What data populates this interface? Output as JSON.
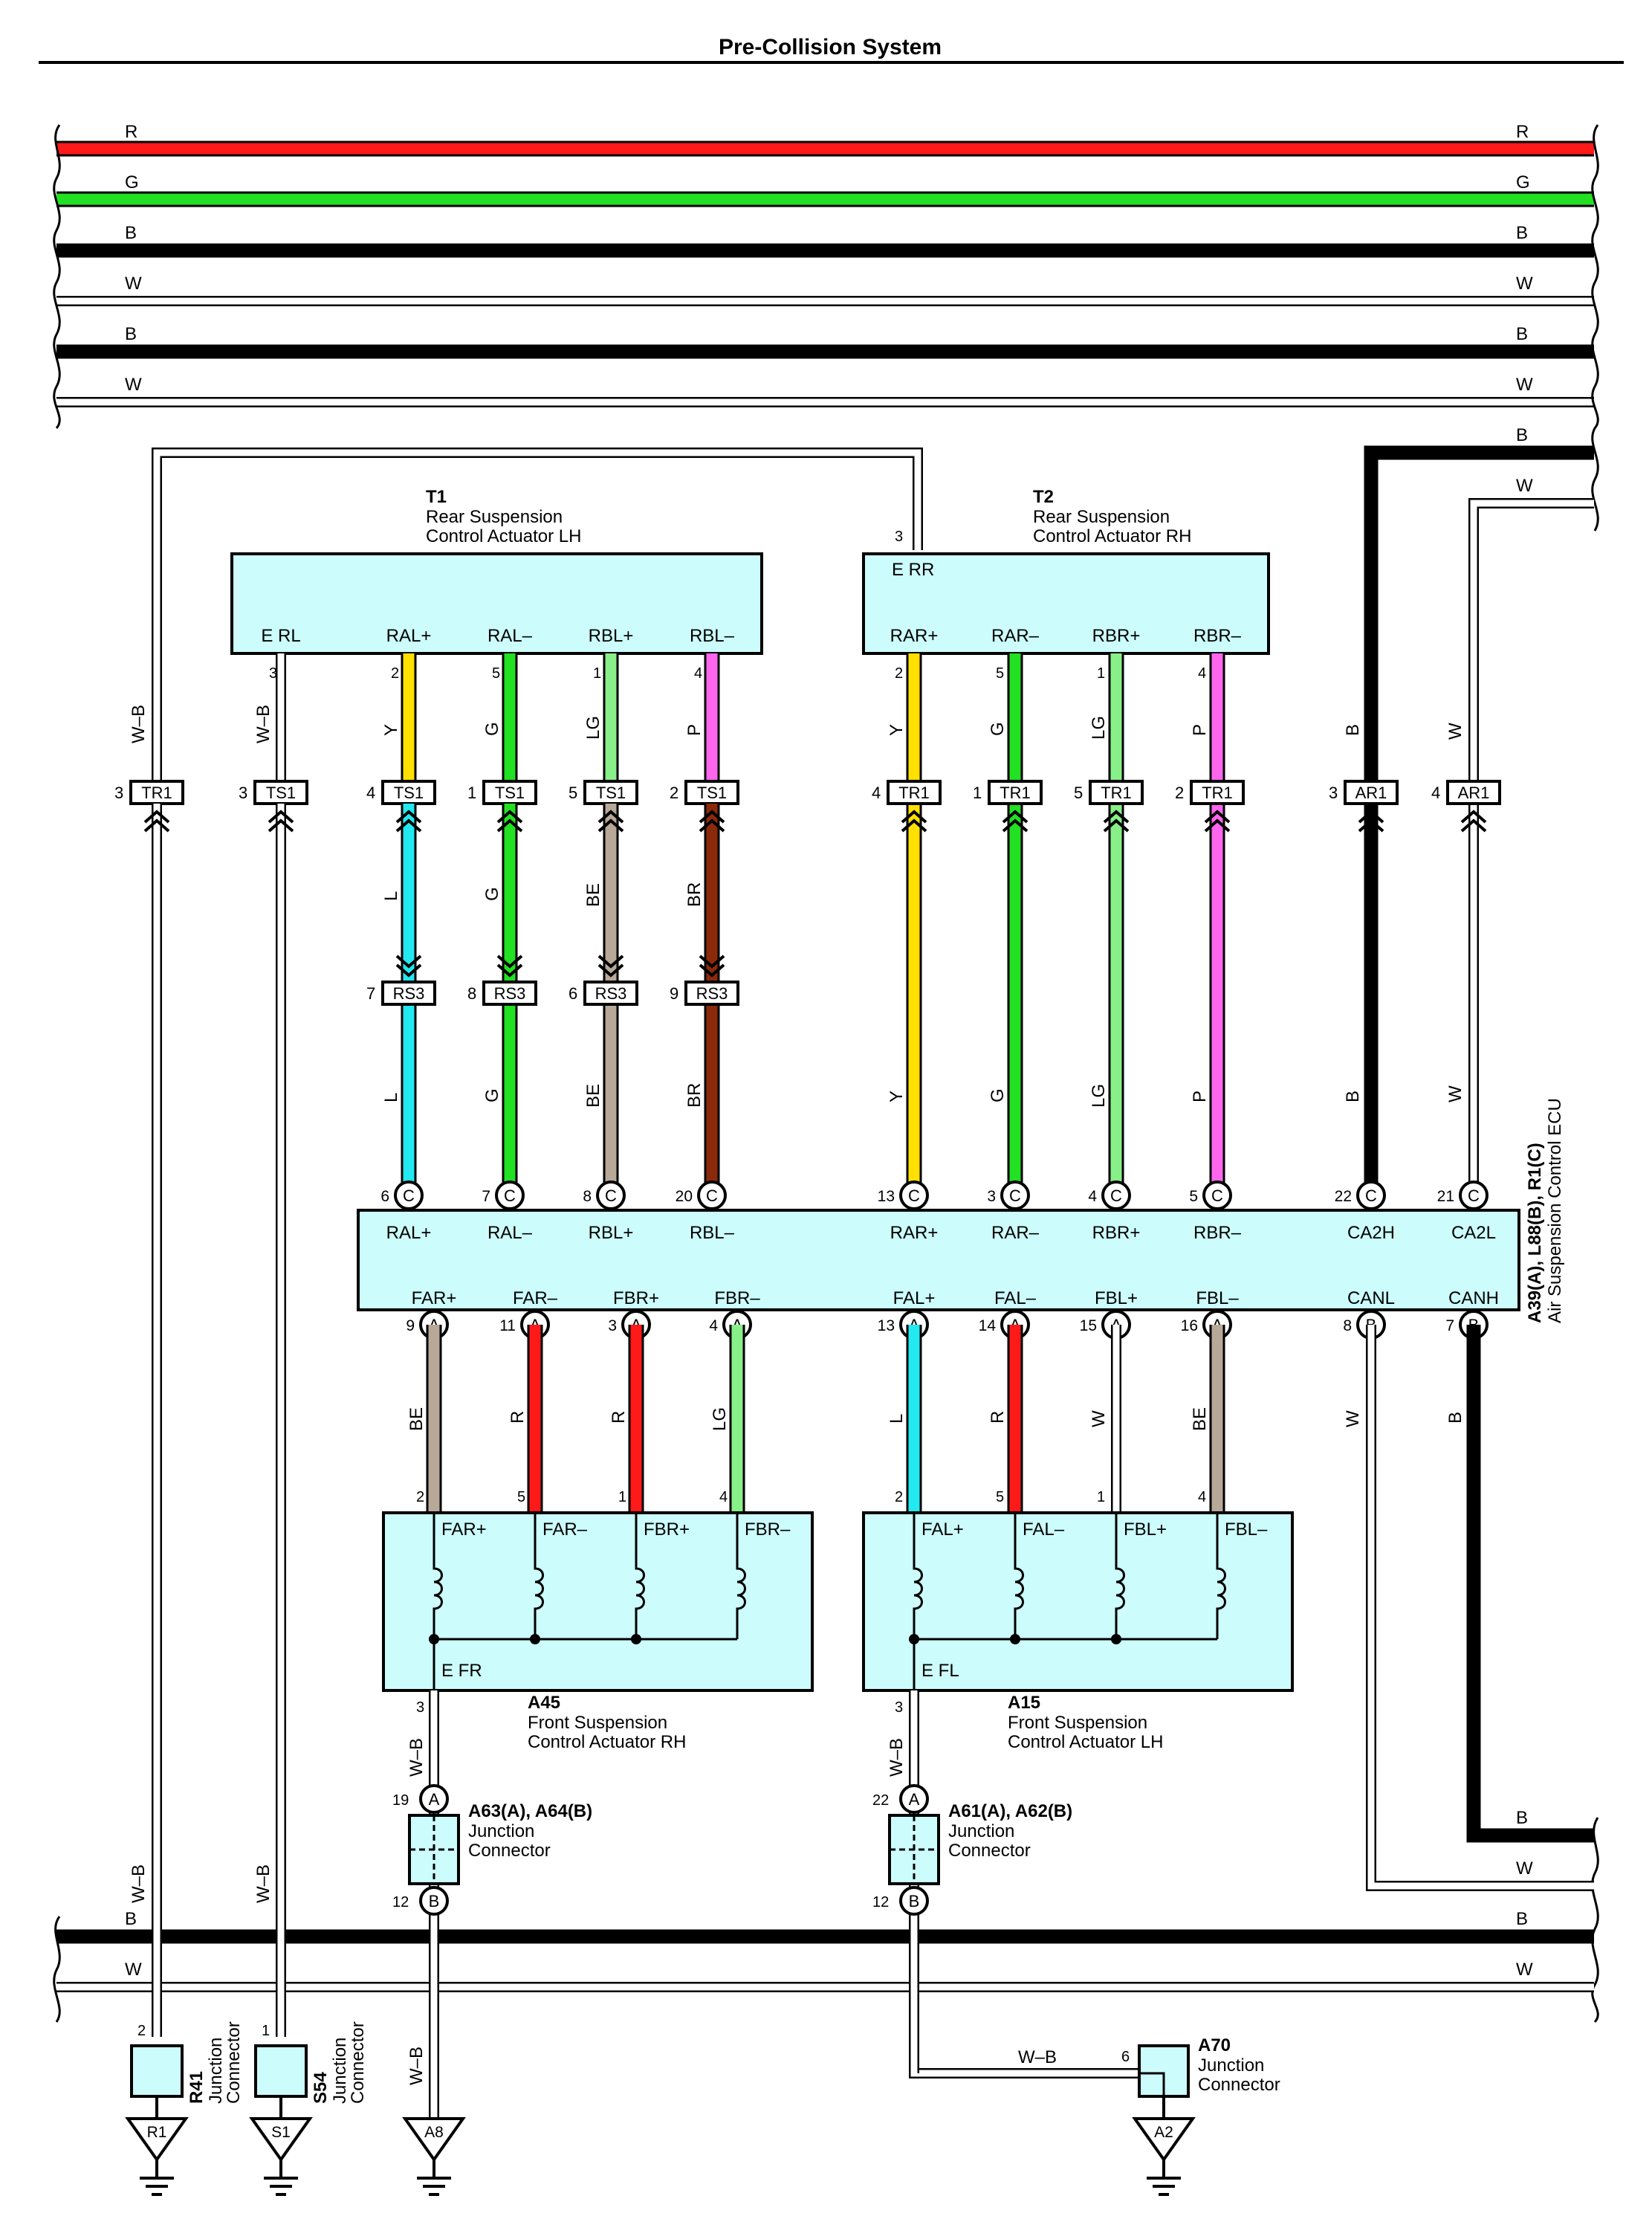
{
  "title": "Pre-Collision System",
  "colors": {
    "R": "#ff1a1a",
    "G": "#22e022",
    "B": "#000000",
    "W": "#ffffff",
    "Y": "#ffe000",
    "LG": "#88f088",
    "P": "#ff66ee",
    "L": "#22e8f0",
    "BE": "#b8a898",
    "BR": "#8b2a0a",
    "box": "#ccfcfc"
  },
  "buses": [
    {
      "label": "R"
    },
    {
      "label": "G"
    },
    {
      "label": "B"
    },
    {
      "label": "W"
    },
    {
      "label": "B"
    },
    {
      "label": "W"
    }
  ],
  "right_bus_labels": [
    "B",
    "W",
    "B",
    "W",
    "B",
    "W",
    "B",
    "W"
  ],
  "bottom_buses": [
    {
      "label": "B"
    },
    {
      "label": "W"
    }
  ],
  "components": {
    "t1": {
      "id": "T1",
      "name1": "Rear Suspension",
      "name2": "Control Actuator LH",
      "terms": [
        "E RL",
        "RAL+",
        "RAL–",
        "RBL+",
        "RBL–"
      ],
      "pins": [
        "3",
        "2",
        "5",
        "1",
        "4"
      ]
    },
    "t2": {
      "id": "T2",
      "name1": "Rear Suspension",
      "name2": "Control Actuator RH",
      "top_term": "E RR",
      "top_pin": "3",
      "terms": [
        "RAR+",
        "RAR–",
        "RBR+",
        "RBR–"
      ],
      "pins": [
        "2",
        "5",
        "1",
        "4"
      ]
    },
    "ecu": {
      "id": "A39(A), L88(B), R1(C)",
      "name": "Air Suspension Control ECU",
      "top_terms": [
        "RAL+",
        "RAL–",
        "RBL+",
        "RBL–",
        "RAR+",
        "RAR–",
        "RBR+",
        "RBR–",
        "CA2H",
        "CA2L"
      ],
      "top_pins": [
        "6",
        "7",
        "8",
        "20",
        "13",
        "3",
        "4",
        "5",
        "22",
        "21"
      ],
      "top_conn": [
        "C",
        "C",
        "C",
        "C",
        "C",
        "C",
        "C",
        "C",
        "C",
        "C"
      ],
      "bot_terms": [
        "FAR+",
        "FAR–",
        "FBR+",
        "FBR–",
        "FAL+",
        "FAL–",
        "FBL+",
        "FBL–",
        "CANL",
        "CANH"
      ],
      "bot_pins": [
        "9",
        "11",
        "3",
        "4",
        "13",
        "14",
        "15",
        "16",
        "8",
        "7"
      ],
      "bot_conn": [
        "A",
        "A",
        "A",
        "A",
        "A",
        "A",
        "A",
        "A",
        "B",
        "B"
      ]
    },
    "a45": {
      "id": "A45",
      "name1": "Front Suspension",
      "name2": "Control Actuator RH",
      "terms": [
        "FAR+",
        "FAR–",
        "FBR+",
        "FBR–"
      ],
      "pins": [
        "2",
        "5",
        "1",
        "4"
      ],
      "ground_term": "E FR",
      "ground_pin": "3"
    },
    "a15": {
      "id": "A15",
      "name1": "Front Suspension",
      "name2": "Control Actuator LH",
      "terms": [
        "FAL+",
        "FAL–",
        "FBL+",
        "FBL–"
      ],
      "pins": [
        "2",
        "5",
        "1",
        "4"
      ],
      "ground_term": "E FL",
      "ground_pin": "3"
    },
    "a63": {
      "id": "A63(A), A64(B)",
      "name1": "Junction",
      "name2": "Connector",
      "pin_top": "19",
      "conn_top": "A",
      "pin_bot": "12",
      "conn_bot": "B"
    },
    "a61": {
      "id": "A61(A), A62(B)",
      "name1": "Junction",
      "name2": "Connector",
      "pin_top": "22",
      "conn_top": "A",
      "pin_bot": "12",
      "conn_bot": "B"
    },
    "r41": {
      "id": "R41",
      "name1": "Junction",
      "name2": "Connector",
      "pin": "2"
    },
    "s54": {
      "id": "S54",
      "name1": "Junction",
      "name2": "Connector",
      "pin": "1"
    },
    "a70": {
      "id": "A70",
      "name1": "Junction",
      "name2": "Connector",
      "pin": "6"
    }
  },
  "inline_connectors": [
    {
      "pin": "3",
      "name": "TR1"
    },
    {
      "pin": "3",
      "name": "TS1"
    },
    {
      "pin": "4",
      "name": "TS1"
    },
    {
      "pin": "1",
      "name": "TS1"
    },
    {
      "pin": "5",
      "name": "TS1"
    },
    {
      "pin": "2",
      "name": "TS1"
    },
    {
      "pin": "4",
      "name": "TR1"
    },
    {
      "pin": "1",
      "name": "TR1"
    },
    {
      "pin": "5",
      "name": "TR1"
    },
    {
      "pin": "2",
      "name": "TR1"
    },
    {
      "pin": "3",
      "name": "AR1"
    },
    {
      "pin": "4",
      "name": "AR1"
    }
  ],
  "rs3_connectors": [
    {
      "pin": "7",
      "name": "RS3"
    },
    {
      "pin": "8",
      "name": "RS3"
    },
    {
      "pin": "6",
      "name": "RS3"
    },
    {
      "pin": "9",
      "name": "RS3"
    }
  ],
  "wire_labels": {
    "upper": [
      "W–B",
      "W–B",
      "Y",
      "G",
      "LG",
      "P",
      "Y",
      "G",
      "LG",
      "P",
      "B",
      "W"
    ],
    "middle": [
      "L",
      "G",
      "BE",
      "BR",
      "Y",
      "G",
      "LG",
      "P",
      "B",
      "W"
    ],
    "front": [
      "BE",
      "R",
      "R",
      "LG",
      "L",
      "R",
      "W",
      "BE",
      "W",
      "B"
    ],
    "ground": [
      "W–B",
      "W–B",
      "W–B",
      "W–B",
      "W–B",
      "W–B",
      "W–B"
    ]
  },
  "grounds": [
    "R1",
    "S1",
    "A8",
    "A2"
  ]
}
